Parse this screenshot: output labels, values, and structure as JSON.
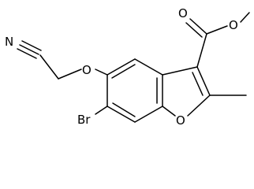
{
  "structure": {
    "atom_labels": [
      {
        "id": "n_nitrile",
        "text": "N"
      },
      {
        "id": "o_ether",
        "text": "O"
      },
      {
        "id": "o_carbonyl",
        "text": "O"
      },
      {
        "id": "o_ester",
        "text": "O"
      },
      {
        "id": "o_furan",
        "text": "O"
      },
      {
        "id": "br",
        "text": "Br"
      }
    ]
  }
}
